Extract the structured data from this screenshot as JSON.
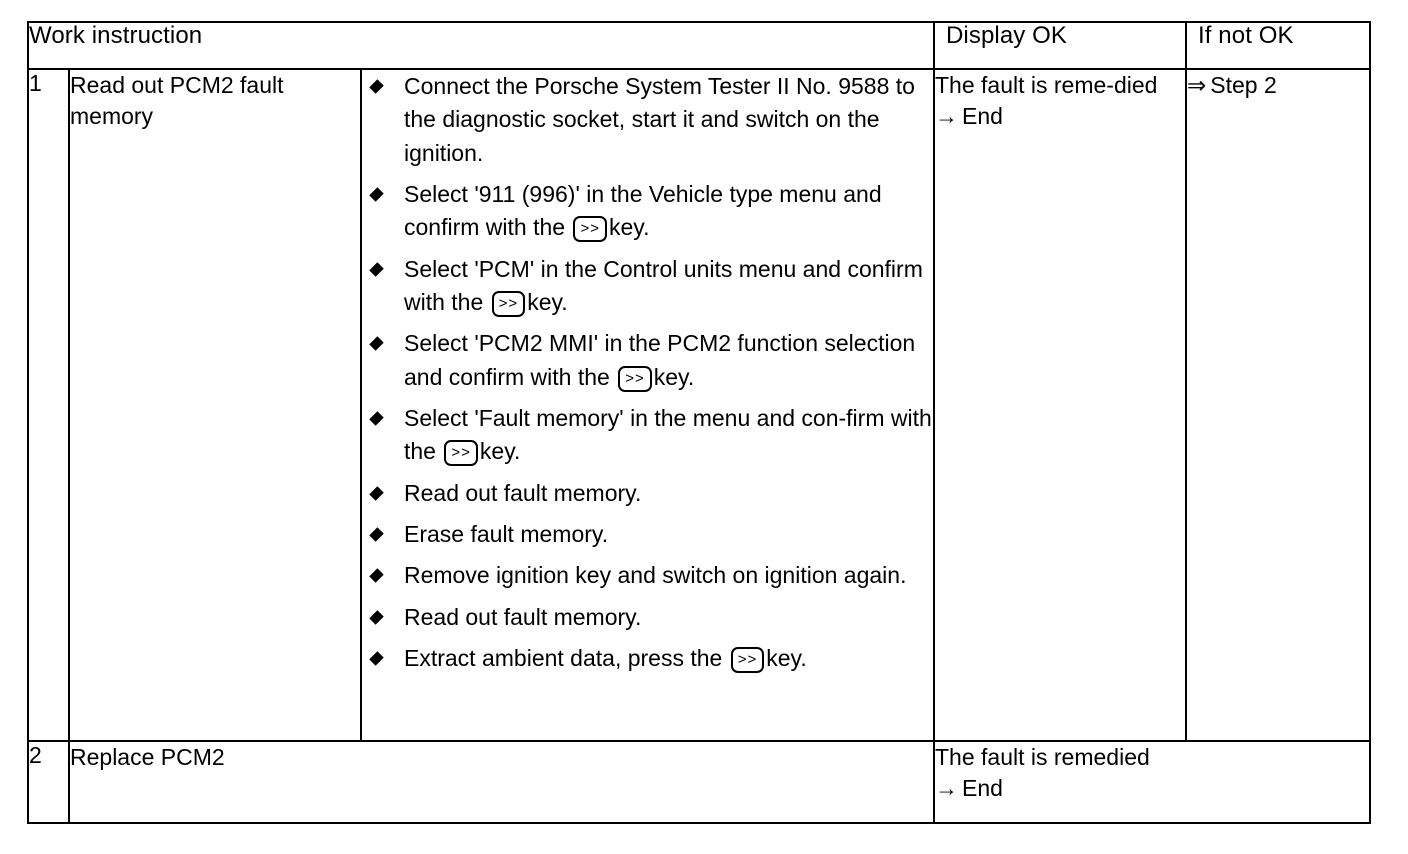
{
  "table": {
    "headers": {
      "work_instruction": "Work instruction",
      "display_ok": "Display OK",
      "if_not_ok": "If not OK"
    },
    "rows": [
      {
        "number": "1",
        "description": "Read out PCM2 fault memory",
        "steps": [
          {
            "prefix": "Connect the Porsche System Tester II No. 9588 to the diagnostic socket, start it and switch on the ignition.",
            "key": "",
            "suffix": ""
          },
          {
            "prefix": "Select '911 (996)' in the Vehicle type menu and confirm with the",
            "key": ">>",
            "suffix": "key."
          },
          {
            "prefix": "Select 'PCM' in the Control units menu and confirm with the",
            "key": ">>",
            "suffix": "key."
          },
          {
            "prefix": "Select 'PCM2 MMI' in the PCM2 function selection and confirm with the",
            "key": ">>",
            "suffix": "key."
          },
          {
            "prefix": "Select 'Fault memory' in the menu and con-firm with the",
            "key": ">>",
            "suffix": "key."
          },
          {
            "prefix": "Read out fault memory.",
            "key": "",
            "suffix": ""
          },
          {
            "prefix": "Erase fault memory.",
            "key": "",
            "suffix": ""
          },
          {
            "prefix": "Remove ignition key and switch on ignition again.",
            "key": "",
            "suffix": ""
          },
          {
            "prefix": "Read out fault memory.",
            "key": "",
            "suffix": ""
          },
          {
            "prefix": "Extract ambient data, press the",
            "key": ">>",
            "suffix": "key."
          }
        ],
        "display_ok_line1": "The fault is reme-died",
        "display_ok_arrow": "→",
        "display_ok_line2": "End",
        "if_not_ok_arrow": "⇒",
        "if_not_ok_text": "Step 2"
      },
      {
        "number": "2",
        "description": "Replace PCM2",
        "steps": [],
        "display_ok_line1": "The fault is remedied",
        "display_ok_arrow": "→",
        "display_ok_line2": "End",
        "if_not_ok_arrow": "",
        "if_not_ok_text": ""
      }
    ]
  }
}
